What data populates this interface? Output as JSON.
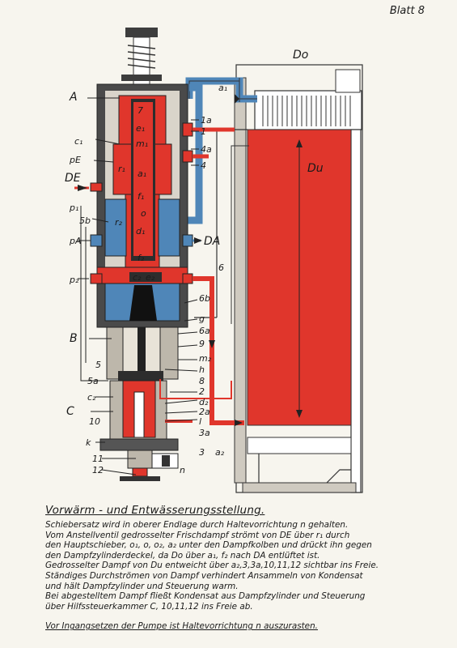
{
  "sheet_label": "Blatt 8",
  "labels": {
    "A": "A",
    "B": "B",
    "C": "C",
    "c1": "c₁",
    "pE": "pE",
    "DE": "DE",
    "p1": "p₁",
    "5b": "5b",
    "pA": "pA",
    "p2": "p₂",
    "5": "5",
    "5a": "5a",
    "c2": "c₂",
    "10": "10",
    "k": "k",
    "11": "11",
    "12": "12",
    "7": "7",
    "e1": "e₁",
    "m1": "m₁",
    "r1": "r₁",
    "a1": "a₁",
    "f1": "f₁",
    "o": "o",
    "d1": "d₁",
    "r2": "r₂",
    "f2": "f₂",
    "c_2": "c₂",
    "e2": "e₂",
    "1a": "1a",
    "1": "1",
    "4a": "4a",
    "4": "4",
    "DA": "DA",
    "6": "6",
    "6b": "6b",
    "6a": "6a",
    "g": "g",
    "9": "9",
    "m2": "m₂",
    "h": "h",
    "8": "8",
    "2": "2",
    "d2": "d₂",
    "2a": "2a",
    "l": "l",
    "3a": "3a",
    "3": "3",
    "a2": "a₂",
    "n": "n",
    "a_1": "a₁",
    "Do": "Do",
    "Du": "Du"
  },
  "colors": {
    "steam": "#e0362c",
    "exhaust": "#4f86b8",
    "body": "#3d3d3d",
    "paper": "#f7f5ee"
  },
  "caption": {
    "title": "Vorwärm - und Entwässerungsstellung.",
    "lines": [
      "Schiebersatz wird in oberer Endlage durch Haltevorrichtung n gehalten.",
      "Vom Anstellventil gedrosselter Frischdampf strömt von DE über r₁ durch",
      "den Hauptschieber, o₁, o, o₂, a₂ unter den Dampfkolben und drückt ihn gegen",
      "den Dampfzylinderdeckel, da Do über a₁, f₂ nach DA entlüftet ist.",
      "Gedrosselter Dampf von Du entweicht über a₂,3,3a,10,11,12 sichtbar ins Freie.",
      "Ständiges Durchströmen von Dampf verhindert Ansammeln von Kondensat",
      "und hält Dampfzylinder und Steuerung warm.",
      "Bei abgestelltem Dampf fließt Kondensat aus Dampfzylinder und Steuerung",
      "über Hilfssteuerkammer C, 10,11,12 ins Freie ab."
    ],
    "note": "Vor Ingangsetzen der Pumpe ist Haltevorrichtung n auszurasten."
  }
}
